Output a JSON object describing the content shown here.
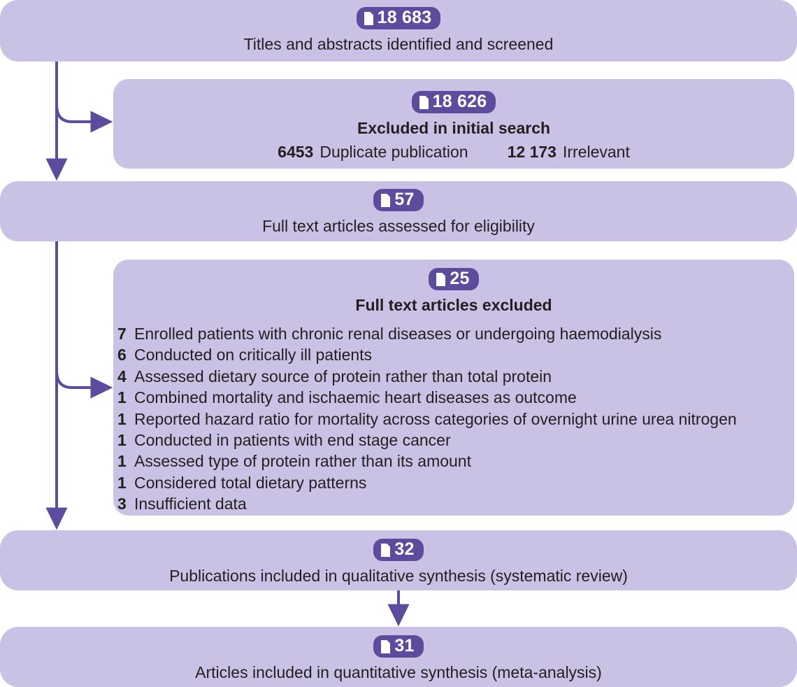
{
  "theme": {
    "box_fill": "#c9c2e4",
    "badge_fill": "#5d4b9e",
    "badge_text": "#ffffff",
    "connector": "#5d4b9e",
    "text": "#231f20",
    "page_background": "#ffffff"
  },
  "diagram": {
    "type": "prisma-flow-diagram",
    "icon_name": "document-icon"
  },
  "nodes": {
    "screened": {
      "count": "18 683",
      "caption": "Titles and abstracts identified and screened"
    },
    "excluded_initial": {
      "count": "18 626",
      "title": "Excluded in initial search",
      "reasons": [
        {
          "num": "6453",
          "label": "Duplicate publication"
        },
        {
          "num": "12 173",
          "label": "Irrelevant"
        }
      ]
    },
    "assessed": {
      "count": "57",
      "caption": "Full text articles assessed for eligibility"
    },
    "excluded_full": {
      "count": "25",
      "title": "Full text articles excluded",
      "reasons": [
        {
          "num": "7",
          "label": "Enrolled patients with chronic renal diseases or undergoing haemodialysis"
        },
        {
          "num": "6",
          "label": "Conducted on critically ill patients"
        },
        {
          "num": "4",
          "label": "Assessed dietary source of protein rather than total protein"
        },
        {
          "num": "1",
          "label": "Combined mortality and ischaemic heart diseases as outcome"
        },
        {
          "num": "1",
          "label": "Reported hazard ratio for mortality across categories of overnight urine urea nitrogen"
        },
        {
          "num": "1",
          "label": "Conducted in patients with end stage cancer"
        },
        {
          "num": "1",
          "label": "Assessed type of protein rather than its amount"
        },
        {
          "num": "1",
          "label": "Considered total dietary patterns"
        },
        {
          "num": "3",
          "label": "Insufficient data"
        }
      ]
    },
    "qualitative": {
      "count": "32",
      "caption": "Publications included in qualitative synthesis (systematic review)"
    },
    "quantitative": {
      "count": "31",
      "caption": "Articles included in quantitative synthesis (meta-analysis)"
    }
  }
}
